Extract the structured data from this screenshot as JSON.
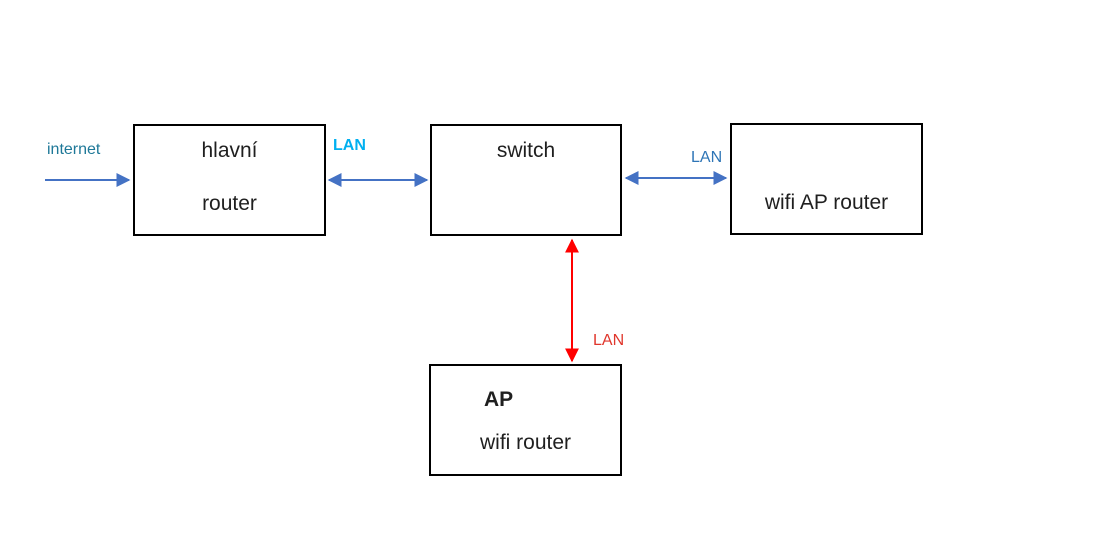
{
  "nodes": {
    "main_router": {
      "line1": "hlavní",
      "line2": "router"
    },
    "switch": {
      "line1": "switch"
    },
    "wifi_ap_router": {
      "line1": "wifi AP router"
    },
    "ap_wifi_router": {
      "line1": "AP",
      "line2": "wifi router"
    }
  },
  "labels": {
    "internet": "internet",
    "lan_left": "LAN",
    "lan_right": "LAN",
    "lan_bottom": "LAN"
  },
  "connections": [
    {
      "from": "internet",
      "to": "main_router",
      "label": "internet",
      "color": "#4472C4",
      "direction": "one-way"
    },
    {
      "from": "main_router",
      "to": "switch",
      "label": "LAN",
      "color": "#4472C4",
      "direction": "two-way"
    },
    {
      "from": "switch",
      "to": "wifi_ap_router",
      "label": "LAN",
      "color": "#4472C4",
      "direction": "two-way"
    },
    {
      "from": "switch",
      "to": "ap_wifi_router",
      "label": "LAN",
      "color": "#FF0000",
      "direction": "two-way"
    }
  ],
  "colors": {
    "arrow_blue": "#4472C4",
    "arrow_red": "#FF0000",
    "label_internet": "#1E7898",
    "label_lan_left": "#00B0F0",
    "label_lan_right": "#2E75B6",
    "label_lan_bottom": "#E0362C",
    "box_border": "#000000",
    "box_text": "#1F1F1F",
    "background": "#FFFFFF"
  }
}
